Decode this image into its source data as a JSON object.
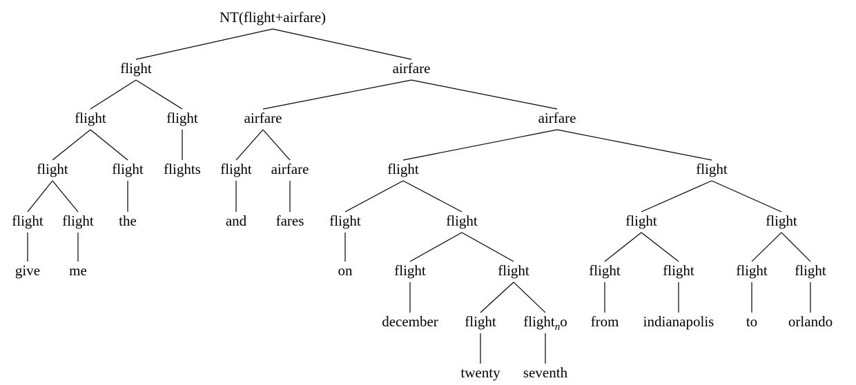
{
  "tree": {
    "root": {
      "label": "NT(flight+airfare)",
      "children": [
        {
          "label": "flight",
          "children": [
            {
              "label": "flight",
              "children": [
                {
                  "label": "flight",
                  "children": [
                    {
                      "label": "flight",
                      "children": [
                        {
                          "label": "give"
                        }
                      ]
                    },
                    {
                      "label": "flight",
                      "children": [
                        {
                          "label": "me"
                        }
                      ]
                    }
                  ]
                },
                {
                  "label": "flight",
                  "children": [
                    {
                      "label": "the"
                    }
                  ]
                }
              ]
            },
            {
              "label": "flight",
              "children": [
                {
                  "label": "flights"
                }
              ]
            }
          ]
        },
        {
          "label": "airfare",
          "children": [
            {
              "label": "airfare",
              "children": [
                {
                  "label": "flight",
                  "children": [
                    {
                      "label": "and"
                    }
                  ]
                },
                {
                  "label": "airfare",
                  "children": [
                    {
                      "label": "fares"
                    }
                  ]
                }
              ]
            },
            {
              "label": "airfare",
              "children": [
                {
                  "label": "flight",
                  "children": [
                    {
                      "label": "flight",
                      "children": [
                        {
                          "label": "on"
                        }
                      ]
                    },
                    {
                      "label": "flight",
                      "children": [
                        {
                          "label": "flight",
                          "children": [
                            {
                              "label": "december"
                            }
                          ]
                        },
                        {
                          "label": "flight",
                          "children": [
                            {
                              "label": "flight",
                              "children": [
                                {
                                  "label": "twenty"
                                }
                              ]
                            },
                            {
                              "label": "flight",
                              "subscript": "n",
                              "suffix": "o",
                              "children": [
                                {
                                  "label": "seventh"
                                }
                              ]
                            }
                          ]
                        }
                      ]
                    }
                  ]
                },
                {
                  "label": "flight",
                  "children": [
                    {
                      "label": "flight",
                      "children": [
                        {
                          "label": "flight",
                          "children": [
                            {
                              "label": "from"
                            }
                          ]
                        },
                        {
                          "label": "flight",
                          "children": [
                            {
                              "label": "indianapolis"
                            }
                          ]
                        }
                      ]
                    },
                    {
                      "label": "flight",
                      "children": [
                        {
                          "label": "flight",
                          "children": [
                            {
                              "label": "to"
                            }
                          ]
                        },
                        {
                          "label": "flight",
                          "children": [
                            {
                              "label": "orlando"
                            }
                          ]
                        }
                      ]
                    }
                  ]
                }
              ]
            }
          ]
        }
      ]
    }
  }
}
